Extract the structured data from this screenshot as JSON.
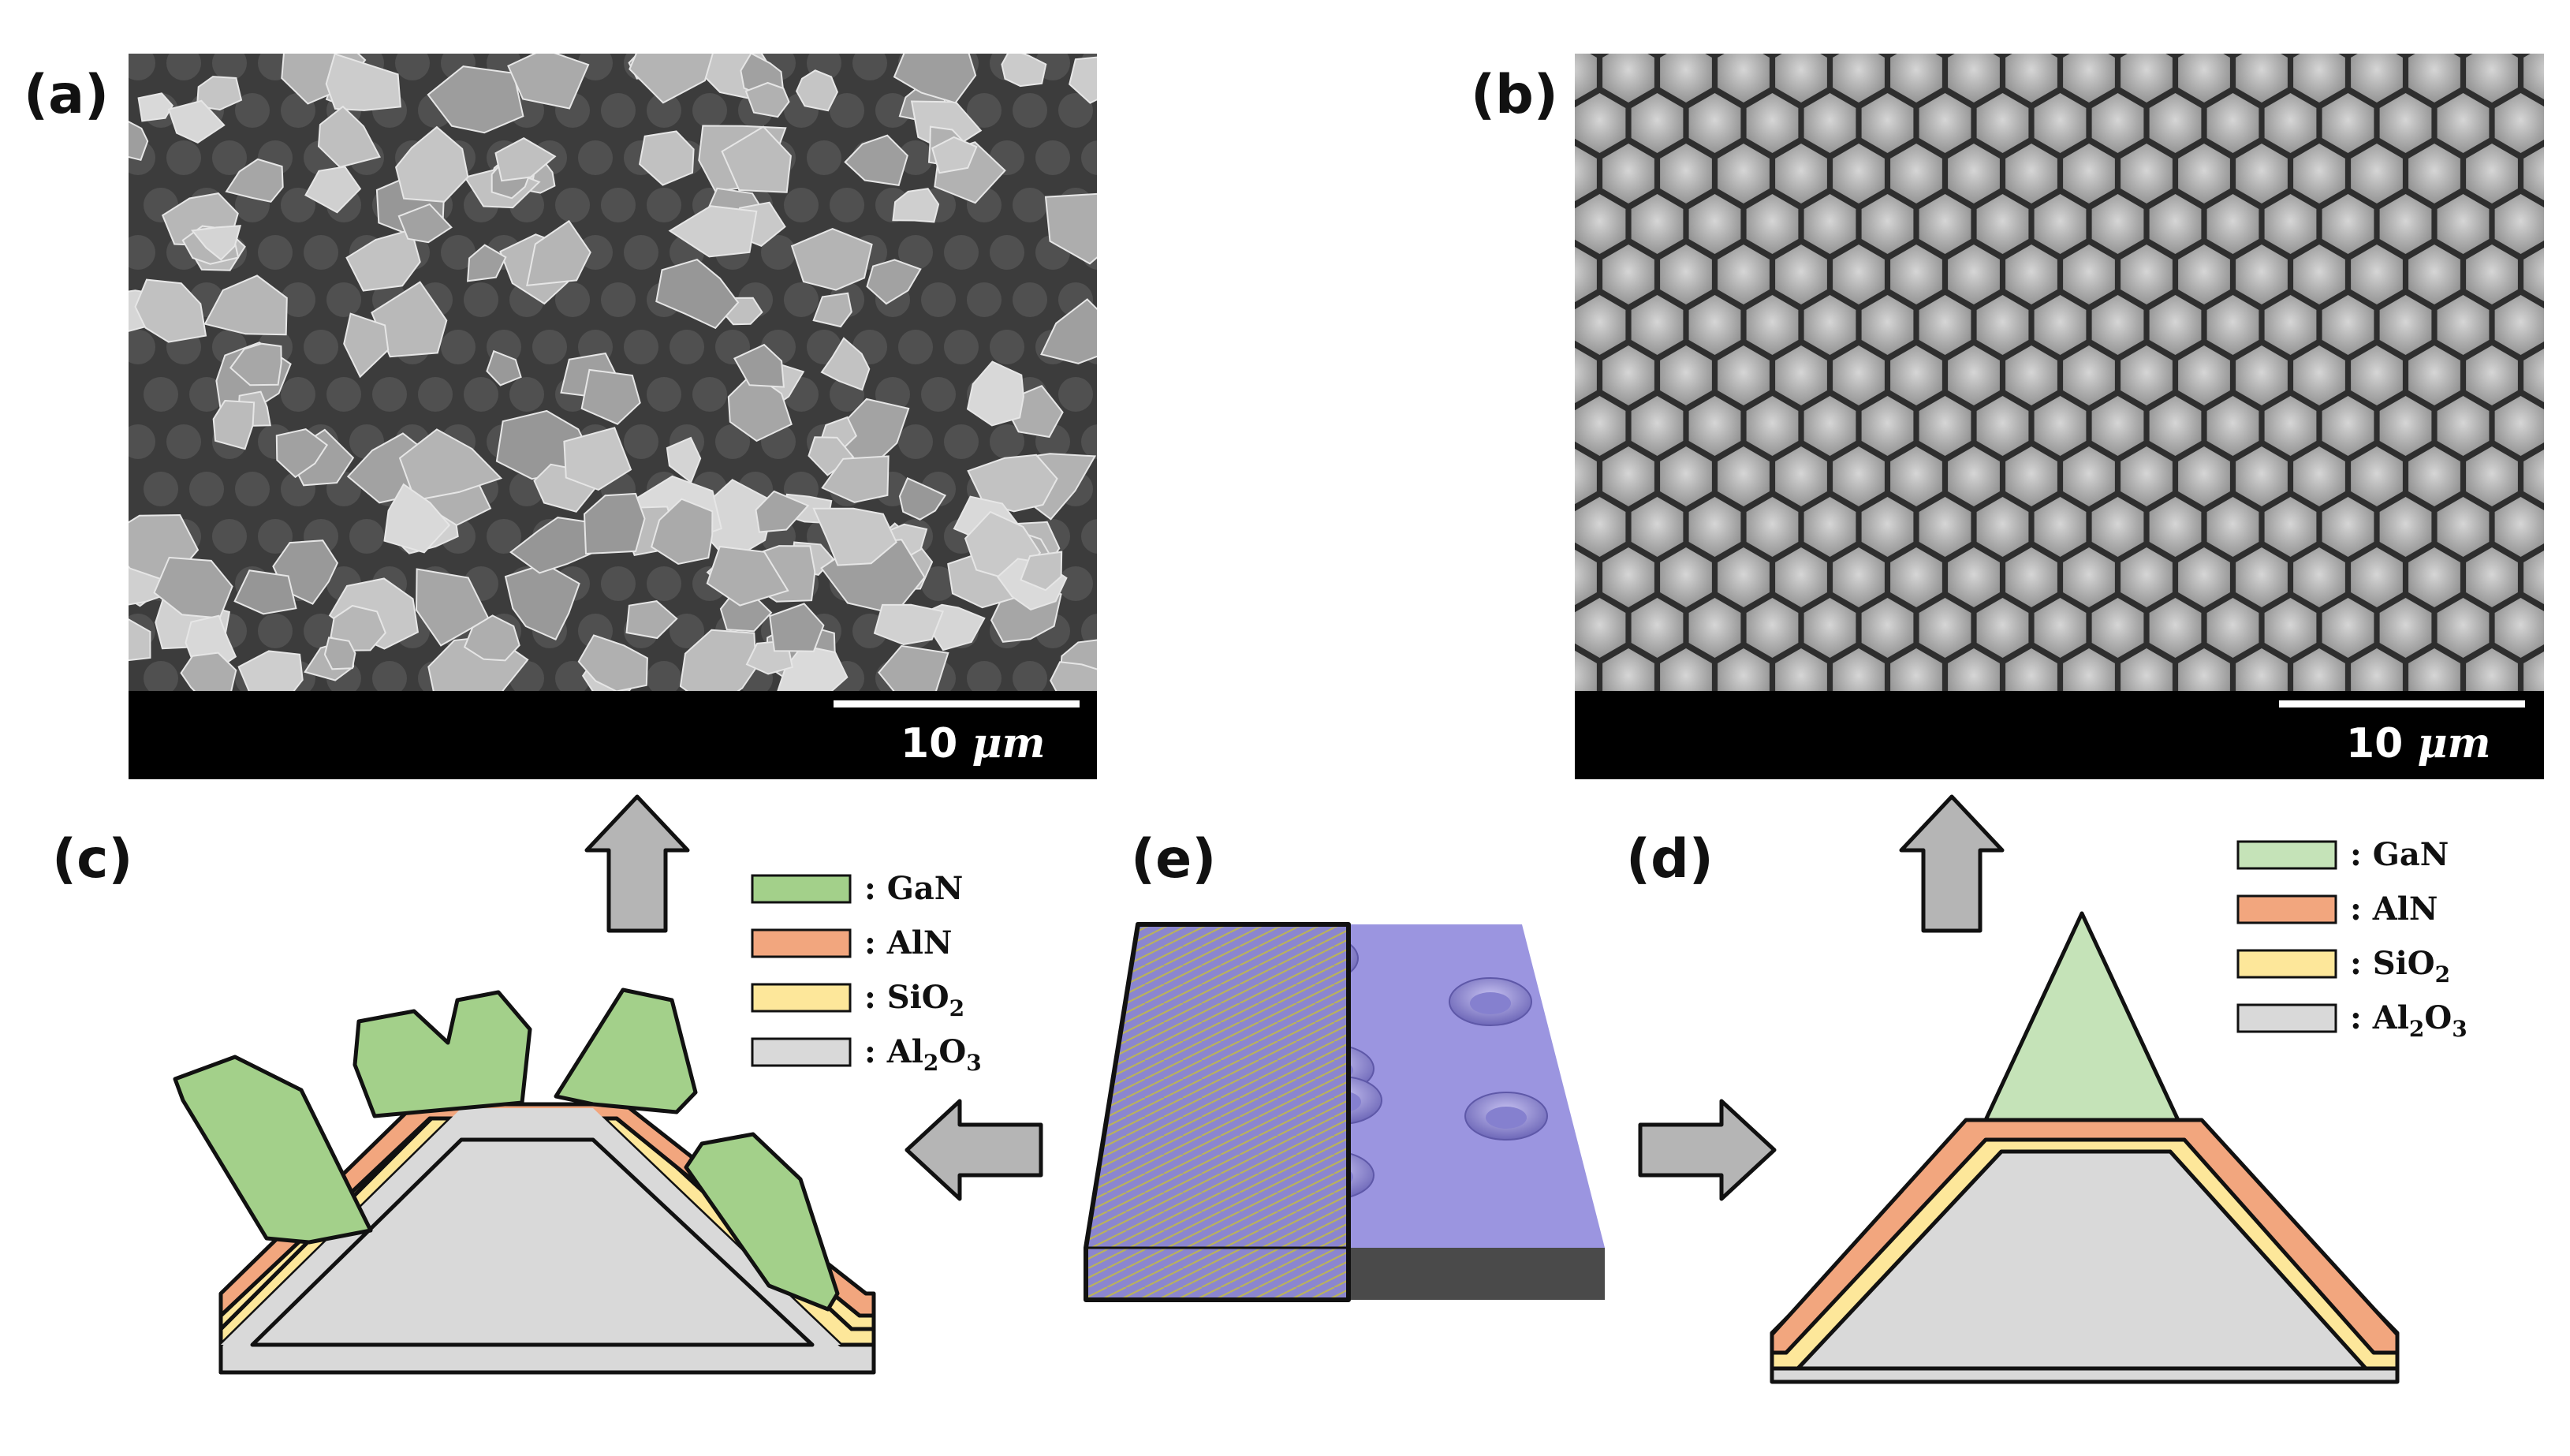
{
  "panels": {
    "a": {
      "label": "(a)",
      "scale_value": "10",
      "scale_unit": "μm"
    },
    "b": {
      "label": "(b)",
      "scale_value": "10",
      "scale_unit": "μm"
    },
    "c": {
      "label": "(c)"
    },
    "d": {
      "label": "(d)"
    },
    "e": {
      "label": "(e)"
    }
  },
  "legend": [
    {
      "key": "gan",
      "color": "#a3d08a",
      "prefix": ": GaN",
      "sub": "",
      "after": "",
      "sub2": ""
    },
    {
      "key": "aln",
      "color": "#f2a67e",
      "prefix": ": AlN",
      "sub": "",
      "after": "",
      "sub2": ""
    },
    {
      "key": "sio2",
      "color": "#fde79a",
      "prefix": ": SiO",
      "sub": "2",
      "after": "",
      "sub2": ""
    },
    {
      "key": "al2o3",
      "color": "#d9d9d9",
      "prefix": ": Al",
      "sub": "2",
      "after": "O",
      "sub2": "3"
    }
  ],
  "legend_d_gan_color": "#c5e3b8",
  "colors": {
    "sem_background": "#3c3c3c",
    "sem_bar": "#000000",
    "arrow_fill": "#b5b5b5",
    "substrate_top": "#9b95e0",
    "substrate_side": "#4a4a4a",
    "mask_fill": "#8b86cf"
  },
  "icons": [
    "arrow-up-icon",
    "arrow-left-icon",
    "arrow-right-icon"
  ]
}
